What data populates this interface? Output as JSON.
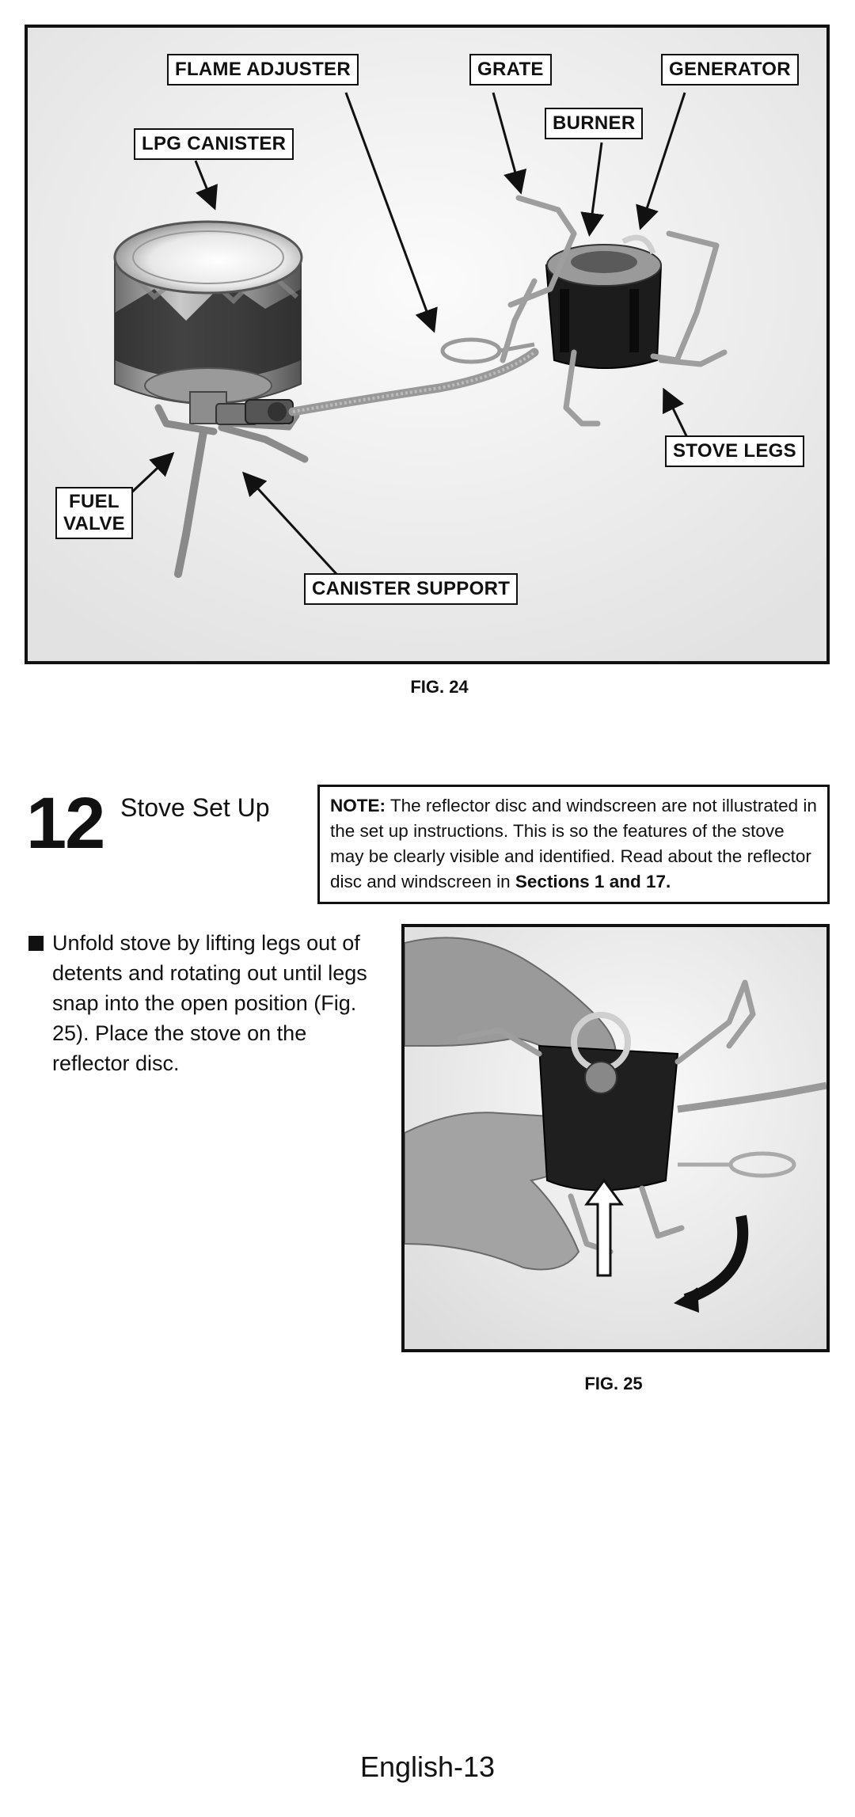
{
  "figure24": {
    "callouts": {
      "flame_adjuster": "FLAME ADJUSTER",
      "grate": "GRATE",
      "generator": "GENERATOR",
      "burner": "BURNER",
      "lpg_canister": "LPG CANISTER",
      "stove_legs": "STOVE LEGS",
      "fuel_valve_line1": "FUEL",
      "fuel_valve_line2": "VALVE",
      "canister_support": "CANISTER SUPPORT"
    },
    "caption": "FIG. 24"
  },
  "section": {
    "number": "12",
    "title": "Stove Set Up"
  },
  "note": {
    "label": "NOTE:",
    "text": "The reflector disc and windscreen are not illustrated in the set up instructions.  This is so the features of the stove may be clearly visible and identified.  Read about the reflector disc and windscreen in",
    "emphasis": "Sections 1 and 17."
  },
  "instruction": {
    "text": "Unfold stove by lifting legs out of detents and rotating out until legs snap into the open position (Fig. 25).  Place the stove on the reflector disc."
  },
  "figure25": {
    "caption": "FIG. 25"
  },
  "footer": {
    "page_label": "English-13"
  }
}
